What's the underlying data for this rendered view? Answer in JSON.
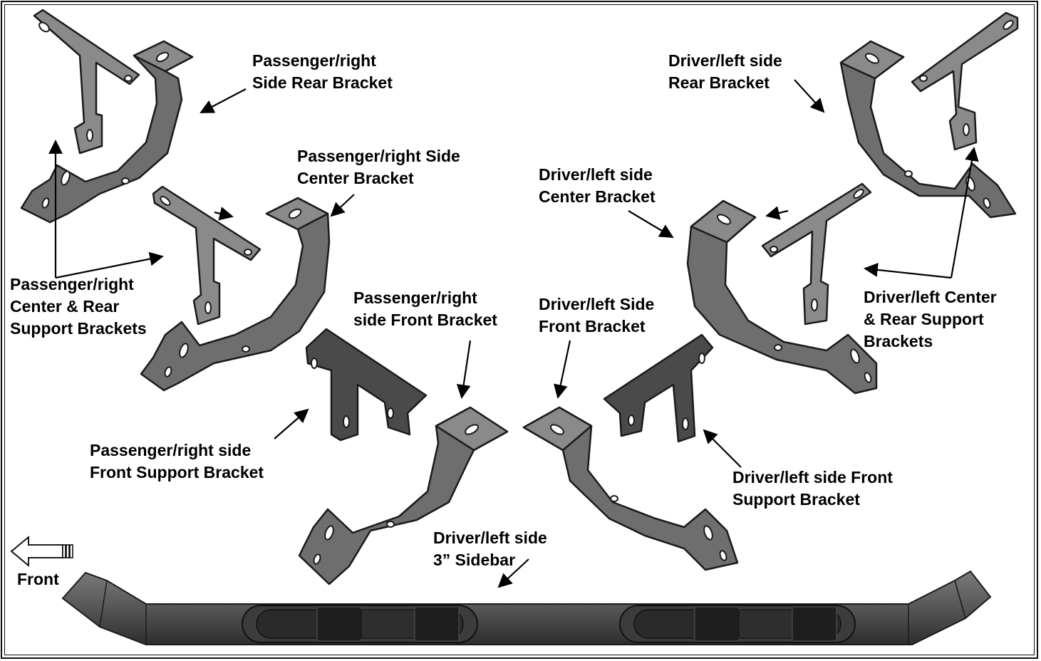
{
  "labels": {
    "pass_rear_bracket": "Passenger/right\nSide Rear Bracket",
    "pass_center_bracket": "Passenger/right Side\nCenter Bracket",
    "pass_support_brackets": "Passenger/right\nCenter & Rear\nSupport Brackets",
    "pass_front_bracket": "Passenger/right\nside Front Bracket",
    "pass_front_support": "Passenger/right side\nFront Support Bracket",
    "driver_rear_bracket": "Driver/left side\nRear Bracket",
    "driver_center_bracket": "Driver/left side\nCenter Bracket",
    "driver_support_brackets": "Driver/left Center\n& Rear Support\nBrackets",
    "driver_front_bracket": "Driver/left Side\nFront Bracket",
    "driver_front_support": "Driver/left side Front\nSupport Bracket",
    "sidebar": "Driver/left side\n3” Sidebar",
    "front": "Front"
  },
  "icons": {
    "front_arrow": "front-arrow-icon",
    "pointer": "arrow-icon"
  },
  "colors": {
    "part": "#6e6e6e",
    "part_light": "#8a8a8a",
    "part_dark": "#4a4a4a",
    "outline": "#1a1a1a",
    "background": "#ffffff"
  }
}
